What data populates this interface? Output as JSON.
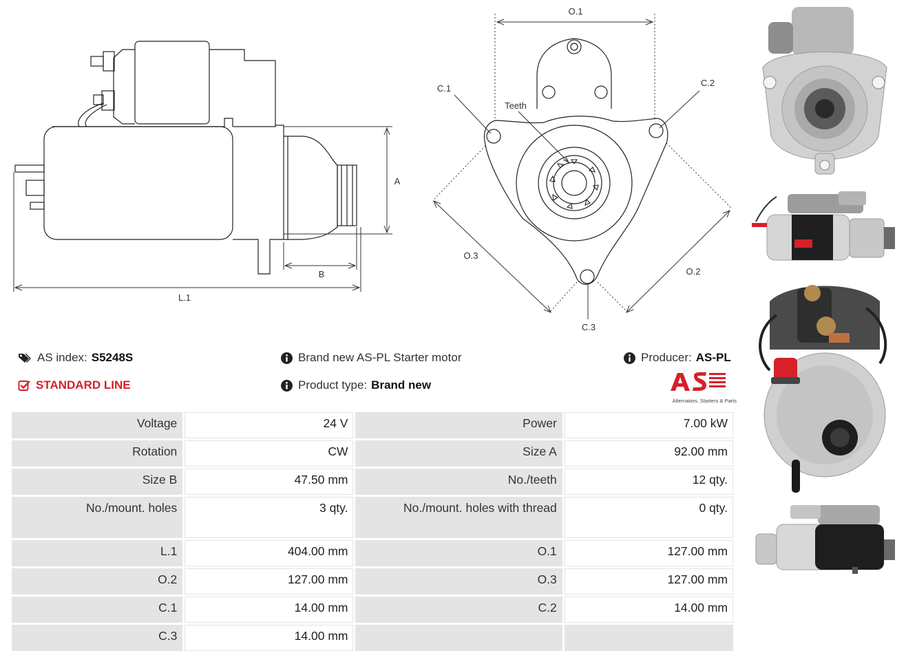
{
  "drawing_labels": {
    "o1": "O.1",
    "o2": "O.2",
    "o3": "O.3",
    "c1": "C.1",
    "c2": "C.2",
    "c3": "C.3",
    "teeth": "Teeth",
    "a": "A",
    "b": "B",
    "l1": "L.1"
  },
  "info": {
    "as_index_label": "AS index:",
    "as_index_value": "S5248S",
    "line": "STANDARD LINE",
    "description": "Brand new AS-PL Starter motor",
    "product_type_label": "Product type:",
    "product_type_value": "Brand new",
    "producer_label": "Producer:",
    "producer_value": "AS-PL",
    "logo_tagline": "Alternators, Starters & Parts"
  },
  "colors": {
    "accent_red": "#d6202a",
    "label_bg": "#e4e4e4"
  },
  "specs": [
    [
      "Voltage",
      "24 V",
      "Power",
      "7.00 kW"
    ],
    [
      "Rotation",
      "CW",
      "Size A",
      "92.00 mm"
    ],
    [
      "Size B",
      "47.50 mm",
      "No./teeth",
      "12 qty."
    ],
    [
      "No./mount. holes",
      "3 qty.",
      "No./mount. holes with thread",
      "0 qty."
    ],
    [
      "L.1",
      "404.00 mm",
      "O.1",
      "127.00 mm"
    ],
    [
      "O.2",
      "127.00 mm",
      "O.3",
      "127.00 mm"
    ],
    [
      "C.1",
      "14.00 mm",
      "C.2",
      "14.00 mm"
    ],
    [
      "C.3",
      "14.00 mm",
      "",
      ""
    ]
  ]
}
